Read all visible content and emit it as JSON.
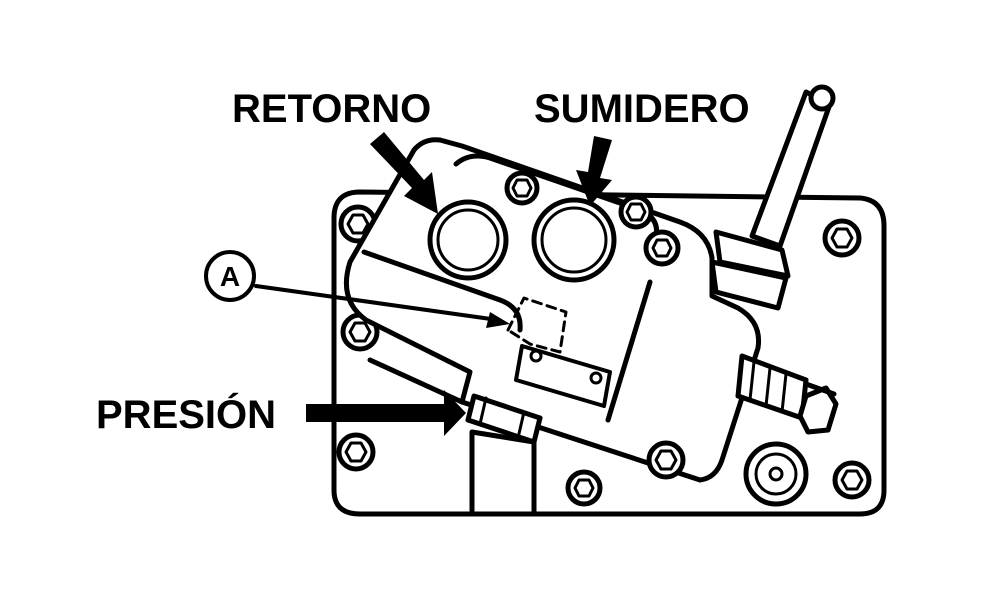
{
  "labels": {
    "retorno": "RETORNO",
    "sumidero": "SUMIDERO",
    "presion": "PRESIÓN",
    "callout_a": "A"
  },
  "colors": {
    "ink": "#000000",
    "paper": "#ffffff"
  }
}
